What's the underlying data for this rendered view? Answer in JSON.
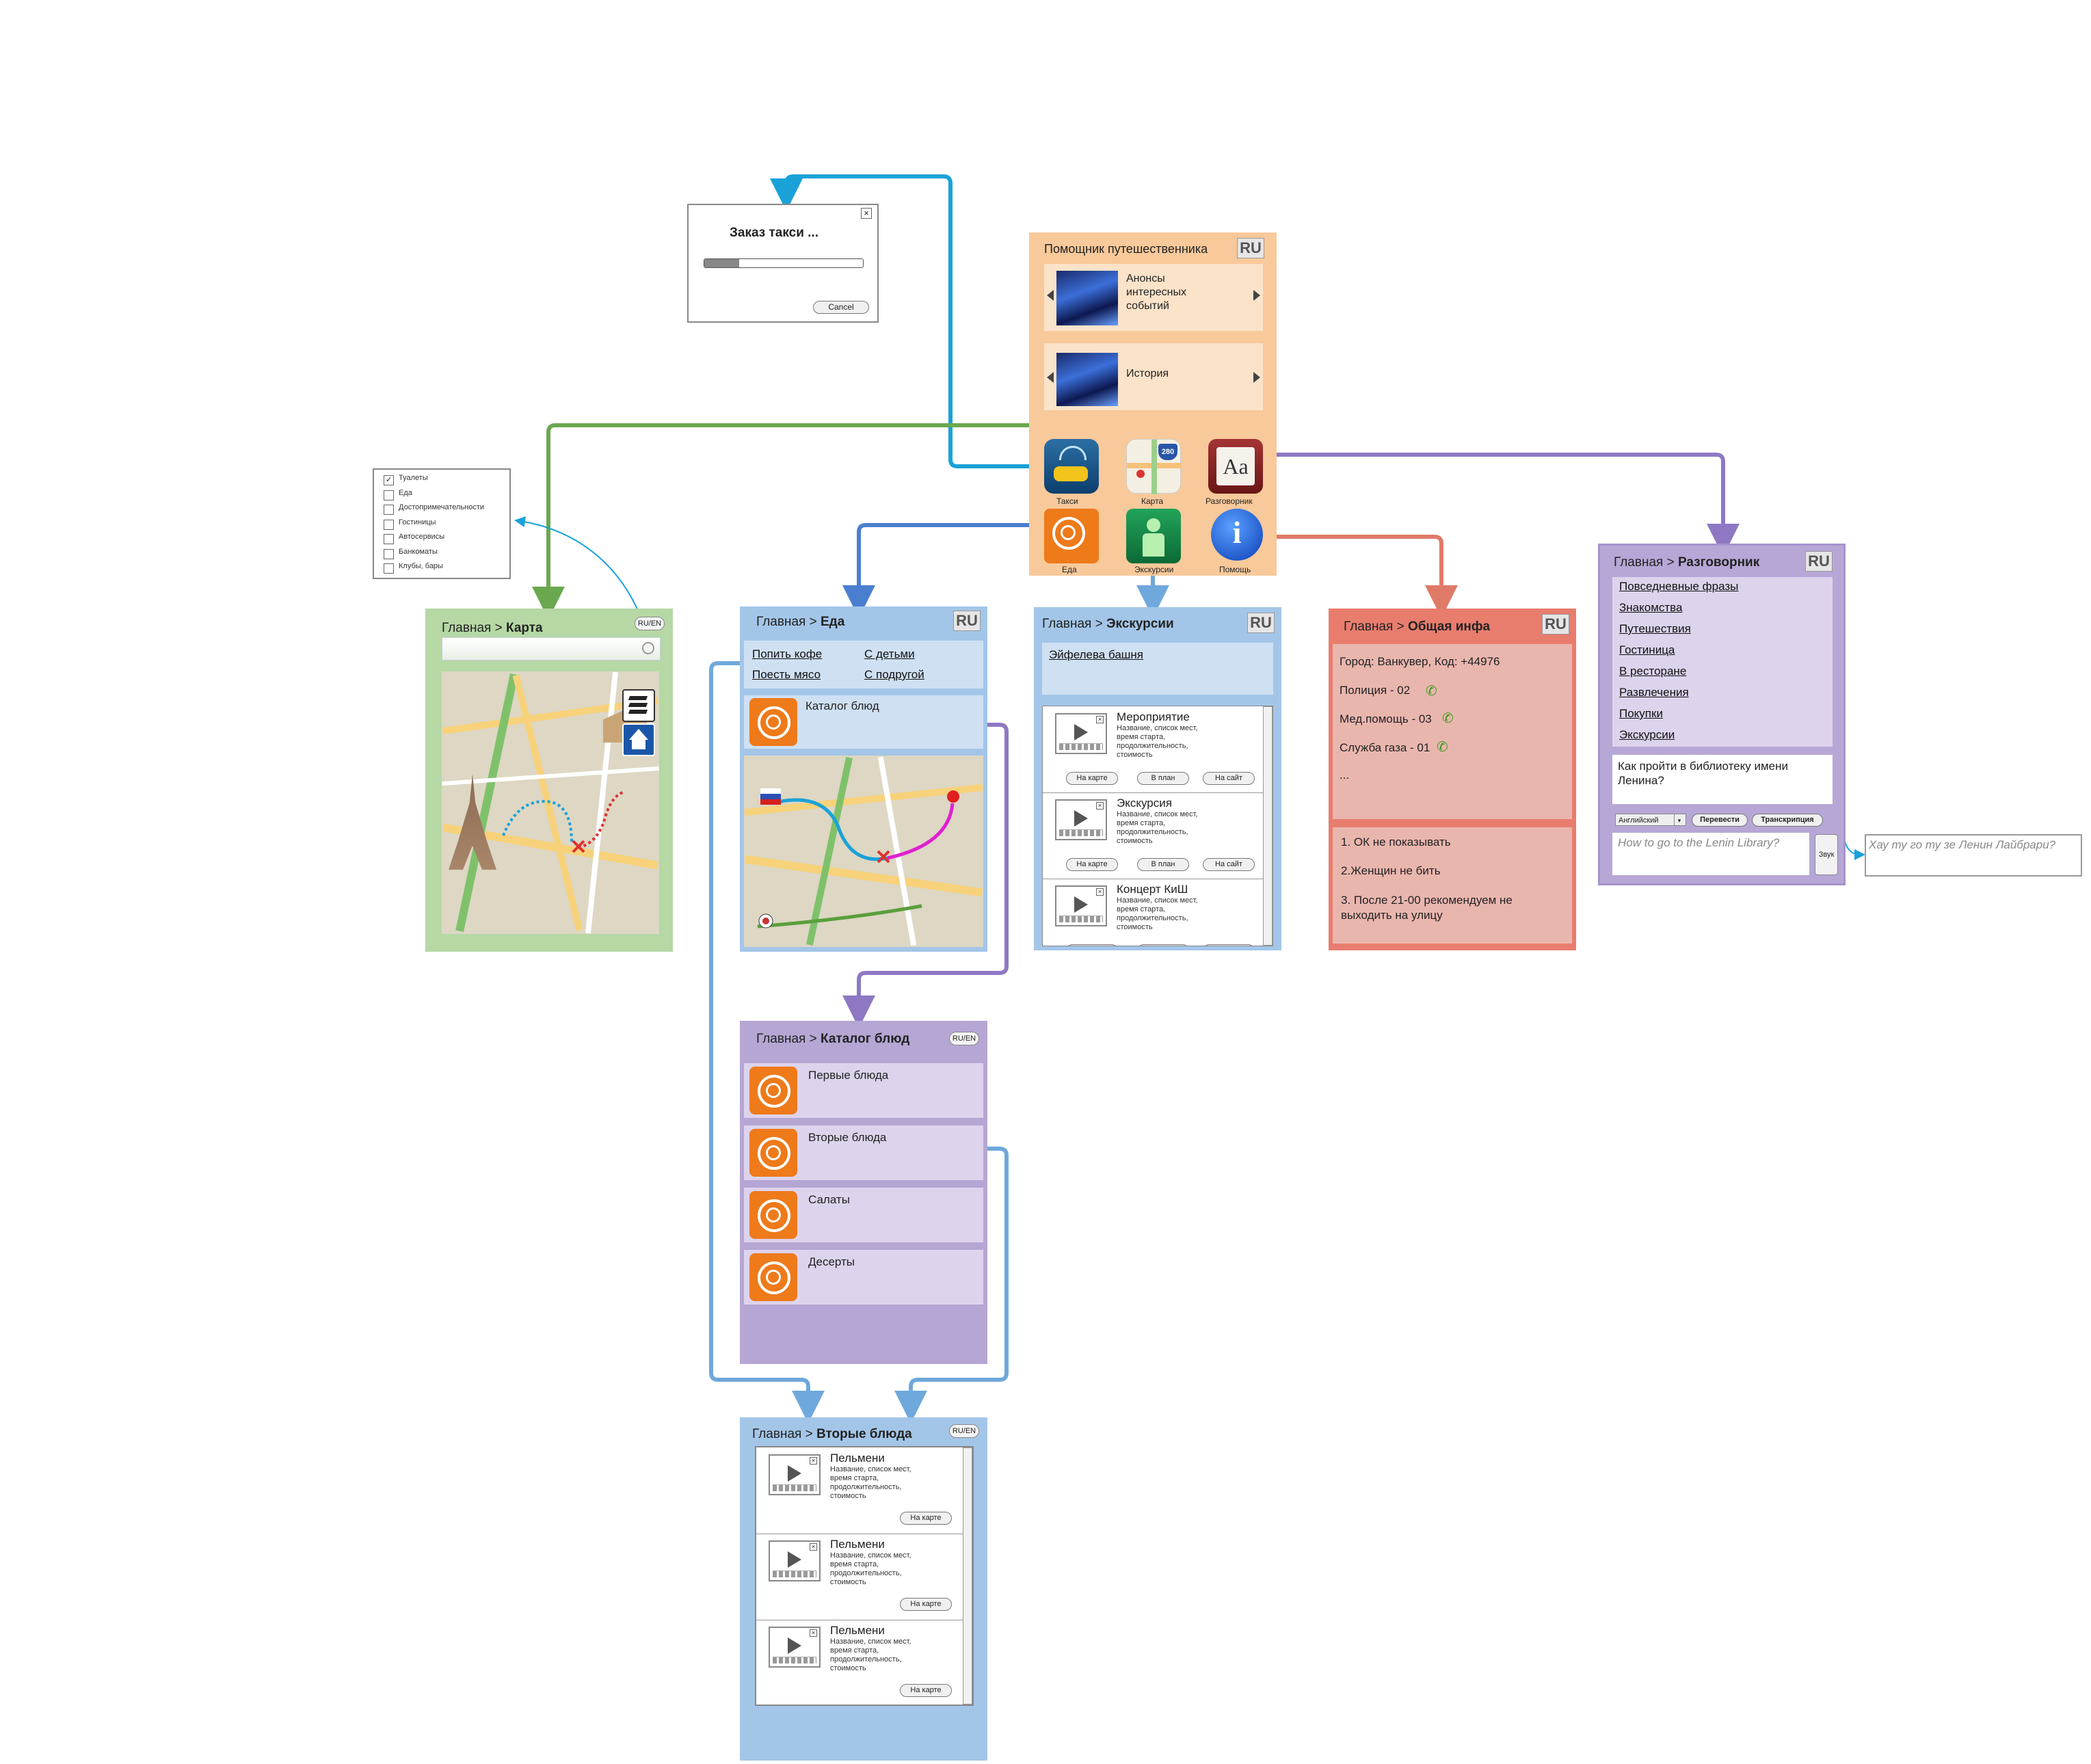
{
  "taxi_dialog": {
    "title": "Заказ такси ...",
    "cancel": "Cancel"
  },
  "main": {
    "title": "Помощник путешественника",
    "lang": "RU",
    "carousel": [
      {
        "label": "Анонсы интересных событий"
      },
      {
        "label": "История"
      }
    ],
    "apps": [
      {
        "label": "Такси",
        "icon": "taxi-icon"
      },
      {
        "label": "Карта",
        "icon": "map-app-icon"
      },
      {
        "label": "Разговорник",
        "icon": "phrasebook-icon"
      },
      {
        "label": "Еда",
        "icon": "food-icon"
      },
      {
        "label": "Экскурсии",
        "icon": "excursion-icon"
      },
      {
        "label": "Помощь",
        "icon": "info-icon"
      }
    ],
    "phrasebook_glyph": "Aa",
    "info_glyph": "i",
    "map_badge": "280"
  },
  "filter": {
    "items": [
      {
        "label": "Туалеты",
        "checked": true
      },
      {
        "label": "Еда",
        "checked": false
      },
      {
        "label": "Достопримечательности",
        "checked": false
      },
      {
        "label": "Гостиницы",
        "checked": false
      },
      {
        "label": "Автосервисы",
        "checked": false
      },
      {
        "label": "Банкоматы",
        "checked": false
      },
      {
        "label": "Клубы, бары",
        "checked": false
      }
    ]
  },
  "common": {
    "home": "Главная",
    "sep": ">",
    "ruen": "RU/EN",
    "ru": "RU"
  },
  "map_screen": {
    "title": "Карта"
  },
  "food_screen": {
    "title": "Еда",
    "links": [
      "Попить кофе",
      "С детьми",
      "Поесть мясо",
      "С подругой"
    ],
    "catalog": "Каталог блюд"
  },
  "excursions": {
    "title": "Экскурсии",
    "link": "Эйфелева башня",
    "items": [
      {
        "title": "Мероприятие",
        "desc": "Название, список мест, время старта, продолжительность, стоимость"
      },
      {
        "title": "Экскурсия",
        "desc": "Название, список мест, время старта, продолжительность, стоимость"
      },
      {
        "title": "Концерт КиШ",
        "desc": "Название, список мест, время старта, продолжительность, стоимость"
      }
    ],
    "buttons": [
      "На карте",
      "В план",
      "На сайт"
    ]
  },
  "info": {
    "title": "Общая инфа",
    "lines": [
      "Город: Ванкувер, Код: +44976",
      "Полиция - 02",
      "Мед.помощь - 03",
      "Служба газа - 01",
      "..."
    ],
    "tips": [
      "1. ОК не показывать",
      "2.Женщин не бить",
      "3. После 21-00 рекомендуем не выходить на улицу"
    ]
  },
  "phrasebook": {
    "title": "Разговорник",
    "links": [
      "Повседневные фразы",
      "Знакомства",
      "Путешествия",
      "Гостиница",
      "В ресторане",
      "Развлечения",
      "Покупки",
      "Экскурсии"
    ],
    "question": "Как пройти в библиотеку имени Ленина?",
    "lang_select": "Английский",
    "translate": "Перевести",
    "transcription": "Транскрипция",
    "translation": "How to go to the Lenin Library?",
    "sound": "Звук",
    "transcribed": "Хау ту го ту зе Ленин Лайбрари?"
  },
  "catalog": {
    "title": "Каталог блюд",
    "items": [
      "Первые блюда",
      "Вторые блюда",
      "Салаты",
      "Десерты"
    ]
  },
  "second": {
    "title": "Вторые блюда",
    "items": [
      {
        "title": "Пельмени",
        "desc": "Название, список мест, время старта, продолжительность, стоимость"
      },
      {
        "title": "Пельмени",
        "desc": "Название, список мест, время старта, продолжительность, стоимость"
      },
      {
        "title": "Пельмени",
        "desc": "Название, список мест, время старта, продолжительность, стоимость"
      }
    ],
    "button": "На карте"
  },
  "colors": {
    "main_bg": "#f8c99a",
    "map_green": "#b5d8a5",
    "food_blue": "#a3c6e8",
    "info_red": "#e87d6e",
    "phrase_purple": "#b7a7d6",
    "catalog_purple": "#b5a6d4",
    "arrow_cyan": "#1aa2d8",
    "arrow_green": "#6aa84f",
    "arrow_blue": "#4a7fd0",
    "arrow_purple": "#8e78c4",
    "arrow_red": "#e07a68"
  }
}
